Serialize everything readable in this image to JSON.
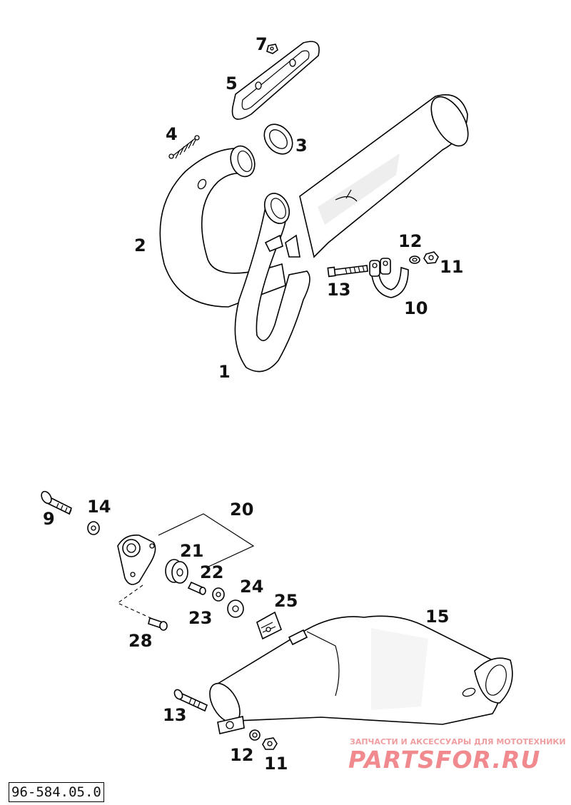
{
  "callouts": {
    "c1": "1",
    "c2": "2",
    "c3": "3",
    "c4": "4",
    "c5": "5",
    "c7": "7",
    "c9": "9",
    "c10": "10",
    "c11a": "11",
    "c11b": "11",
    "c12a": "12",
    "c12b": "12",
    "c13a": "13",
    "c13b": "13",
    "c14": "14",
    "c15": "15",
    "c20": "20",
    "c21": "21",
    "c22": "22",
    "c23": "23",
    "c24": "24",
    "c25": "25",
    "c28": "28"
  },
  "diagram_id": "96-584.05.0",
  "watermark": {
    "tagline": "ЗАПЧАСТИ И АКСЕССУАРЫ ДЛЯ МОТОТЕХНИКИ",
    "brand": "PARTSFOR.RU"
  }
}
